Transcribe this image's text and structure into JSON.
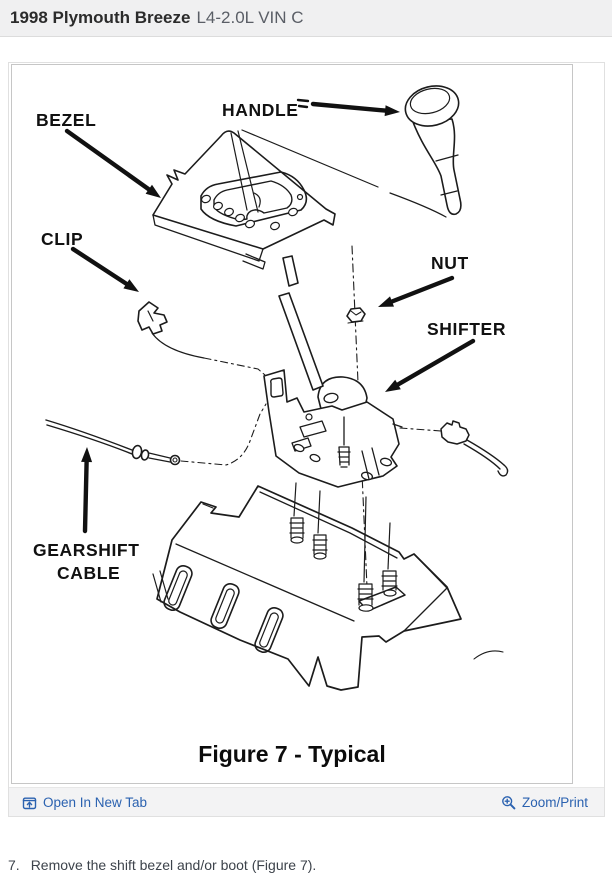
{
  "header": {
    "title": "1998 Plymouth Breeze",
    "subtitle": "L4-2.0L VIN C"
  },
  "diagram": {
    "labels": {
      "bezel": "BEZEL",
      "handle": "HANDLE",
      "clip": "CLIP",
      "nut": "NUT",
      "shifter": "SHIFTER",
      "cable1": "GEARSHIFT",
      "cable2": "CABLE"
    },
    "caption": "Figure 7 - Typical"
  },
  "toolbar": {
    "open_in_new_tab": "Open In New Tab",
    "zoom_print": "Zoom/Print"
  },
  "step": {
    "number": "7.",
    "text": "Remove the shift bezel and/or boot (Figure 7)."
  },
  "colors": {
    "link": "#2b62b0",
    "header_bg": "#f0f0f1",
    "toolbar_bg": "#f3f3f4",
    "drawing_line": "#1c1c1c"
  }
}
